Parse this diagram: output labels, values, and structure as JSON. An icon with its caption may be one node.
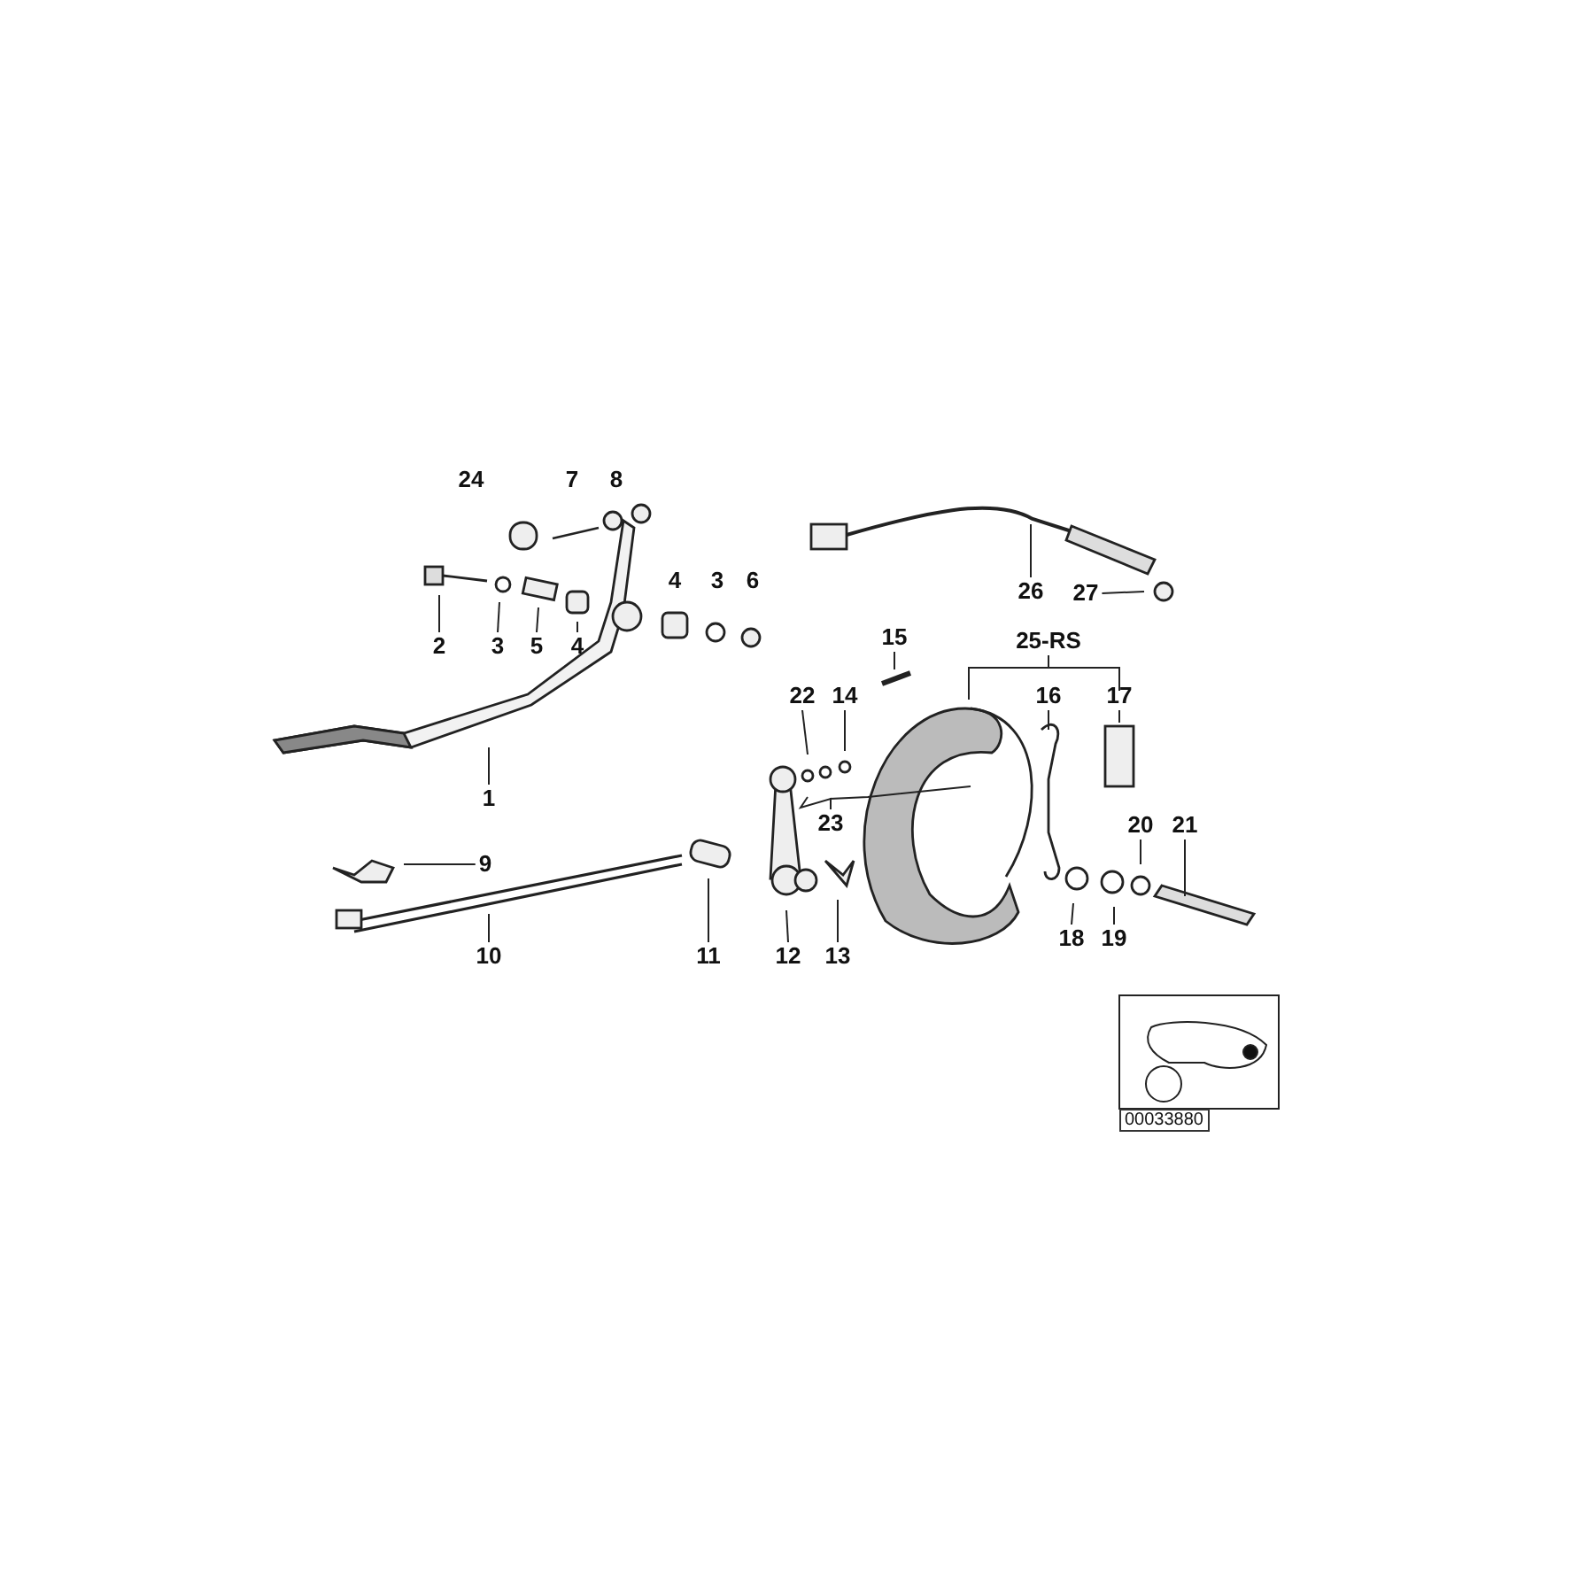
{
  "diagram": {
    "nodes": [
      {
        "text": [
          "26"
        ]
      },
      {
        "text": [
          "27"
        ]
      },
      {
        "text": [
          "2"
        ]
      },
      {
        "text": [
          "3"
        ]
      },
      {
        "text": [
          "5"
        ]
      },
      {
        "text": [
          "4"
        ]
      },
      {
        "text": [
          "15"
        ]
      },
      {
        "text": [
          "22"
        ]
      },
      {
        "text": [
          "14"
        ]
      },
      {
        "text": [
          "16"
        ]
      },
      {
        "text": [
          "17"
        ]
      },
      {
        "text": [
          "1"
        ]
      },
      {
        "text": [
          "23"
        ]
      },
      {
        "text": [
          "9"
        ]
      },
      {
        "text": [
          "20"
        ]
      },
      {
        "text": [
          "21"
        ]
      },
      {
        "text": [
          "10"
        ]
      },
      {
        "text": [
          "11"
        ]
      },
      {
        "text": [
          "12"
        ]
      },
      {
        "text": [
          "13"
        ]
      },
      {
        "text": [
          "18"
        ]
      },
      {
        "text": [
          "19"
        ]
      }
    ],
    "edges": [
      {
        "from": 0,
        "to": null,
        "arrow": "none"
      },
      {
        "from": 1,
        "to": null,
        "arrow": "none"
      },
      {
        "from": 2,
        "to": null,
        "arrow": "none"
      },
      {
        "from": 3,
        "to": null,
        "arrow": "none"
      },
      {
        "from": 4,
        "to": null,
        "arrow": "none"
      },
      {
        "from": 5,
        "to": null,
        "arrow": "none"
      },
      {
        "from": 6,
        "to": null,
        "arrow": "none"
      },
      {
        "from": 7,
        "to": null,
        "arrow": "none"
      },
      {
        "from": 8,
        "to": null,
        "arrow": "none"
      },
      {
        "from": 9,
        "to": null,
        "arrow": "none"
      },
      {
        "from": 10,
        "to": null,
        "arrow": "none"
      },
      {
        "from": 11,
        "to": null,
        "arrow": "none"
      },
      {
        "from": 12,
        "to": null,
        "arrow": "none"
      },
      {
        "from": 12,
        "to": null,
        "arrow": "none"
      },
      {
        "from": 13,
        "to": null,
        "arrow": "none"
      },
      {
        "from": 14,
        "to": null,
        "arrow": "none"
      },
      {
        "from": 15,
        "to": null,
        "arrow": "none"
      },
      {
        "from": 16,
        "to": null,
        "arrow": "none"
      },
      {
        "from": 17,
        "to": null,
        "arrow": "none"
      },
      {
        "from": 18,
        "to": null,
        "arrow": "none"
      },
      {
        "from": 19,
        "to": null,
        "arrow": "none"
      },
      {
        "from": 20,
        "to": null,
        "arrow": "none"
      },
      {
        "from": 21,
        "to": null,
        "arrow": "none"
      }
    ],
    "labels": [
      "24",
      "7",
      "8",
      "4",
      "3",
      "6",
      "25-RS",
      "00033880"
    ]
  }
}
